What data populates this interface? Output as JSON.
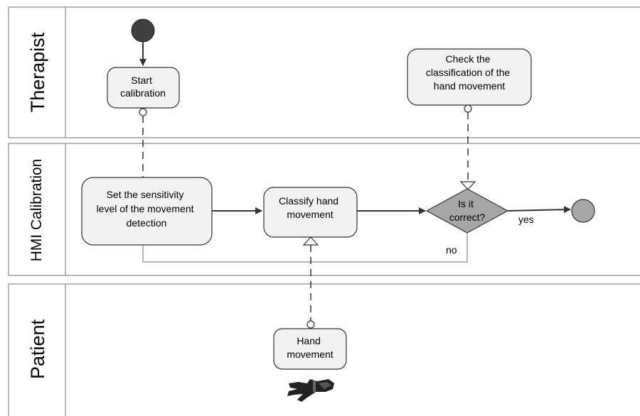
{
  "lanes": {
    "therapist": "Therapist",
    "hmi": "HMI Calibration",
    "patient": "Patient"
  },
  "activities": {
    "start_calibration": [
      "Start",
      "calibration"
    ],
    "check_classification": [
      "Check the",
      "classification of the",
      "hand movement"
    ],
    "set_sensitivity": [
      "Set the sensitivity",
      "level of the movement",
      "detection"
    ],
    "classify_hand": [
      "Classify hand",
      "movement"
    ],
    "hand_movement": [
      "Hand",
      "movement"
    ]
  },
  "decision": {
    "label": [
      "Is it",
      "correct?"
    ],
    "yes_label": "yes",
    "no_label": "no"
  },
  "colors": {
    "box_fill": "#f2f2f2",
    "decision_fill": "#a6a6a6",
    "start_fill": "#404040",
    "end_fill": "#a6a6a6",
    "lane_line": "#8c8c8c",
    "arrow": "#333333"
  },
  "icons": {
    "hand": "robotic-hand-icon"
  }
}
